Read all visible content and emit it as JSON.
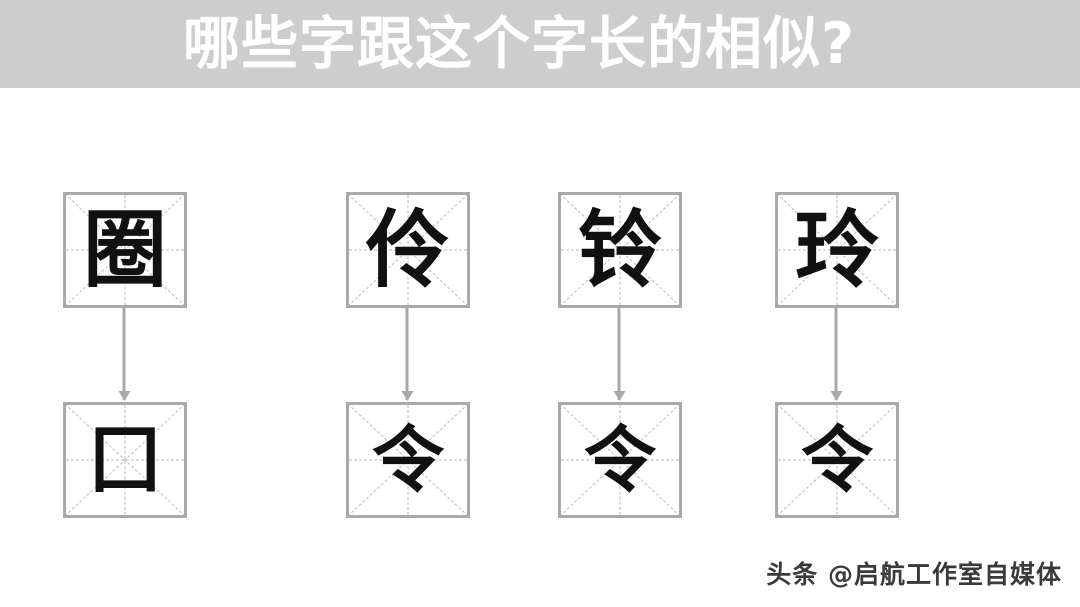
{
  "header": {
    "title": "哪些字跟这个字长的相似?",
    "background_color": "#cdcdcd",
    "text_color": "#ffffff"
  },
  "canvas": {
    "background_color": "#ffffff"
  },
  "grid": {
    "border_color": "#a9a9a9",
    "guide_color": "#b9b9b9",
    "arrow_color": "#a8a8a8"
  },
  "columns": [
    {
      "id": "column-1",
      "top_character": "圈",
      "bottom_character": "囗",
      "arrow": "down-arrow"
    },
    {
      "id": "column-2",
      "top_character": "伶",
      "bottom_character": "令",
      "arrow": "down-arrow"
    },
    {
      "id": "column-3",
      "top_character": "铃",
      "bottom_character": "令",
      "arrow": "down-arrow"
    },
    {
      "id": "column-4",
      "top_character": "玲",
      "bottom_character": "令",
      "arrow": "down-arrow"
    }
  ],
  "watermark": {
    "text": "头条 @启航工作室自媒体"
  }
}
